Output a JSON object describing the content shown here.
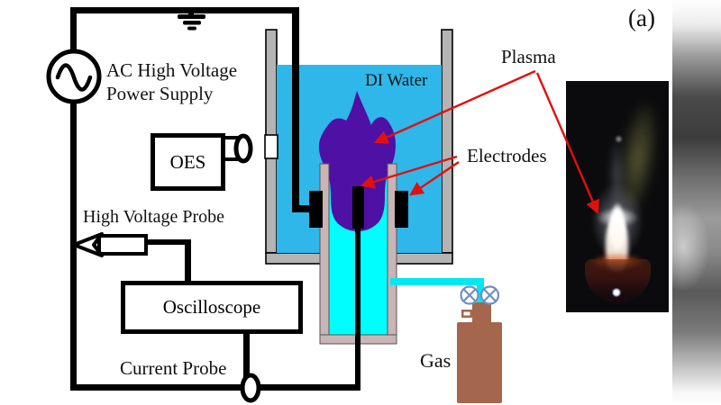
{
  "figure": {
    "panel_label": "(a)"
  },
  "labels": {
    "power_supply_line1": "AC High Voltage",
    "power_supply_line2": "Power Supply",
    "oes": "OES",
    "high_voltage_probe": "High Voltage Probe",
    "oscilloscope": "Oscilloscope",
    "current_probe": "Current Probe",
    "di_water": "DI Water",
    "plasma": "Plasma",
    "electrodes": "Electrodes",
    "gas": "Gas"
  },
  "colors": {
    "wire": "#000000",
    "water": "#2FB7EA",
    "inner_liquid": "#00FEFE",
    "gas_line": "#00E8F0",
    "plasma": "#4F10A6",
    "tube_wall": "#C9B4B6",
    "vessel_wall": "#B4B4B4",
    "gas_cylinder": "#A5664E",
    "valve_outline": "#6E8FBF",
    "arrow": "#E01010"
  },
  "icons": {
    "ac_source": "circle-with-sine-wave",
    "ground": "ground-bars",
    "oes_lens": "cylinder-with-ellipse",
    "hv_probe_tip": "left-chevron-probe",
    "current_probe": "wire-loop-ellipse",
    "gas_valve": "circled-x",
    "optical_window": "white-slot-in-wall"
  }
}
